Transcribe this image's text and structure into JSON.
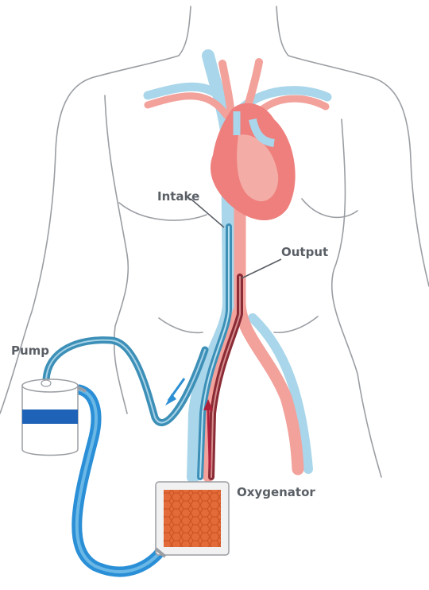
{
  "labels": {
    "intake": "Intake",
    "output": "Output",
    "pump": "Pump",
    "oxygenator": "Oxygenator"
  },
  "colors": {
    "body_outline": "#9a9ea3",
    "vein": "#a9d6ea",
    "artery": "#f2a19b",
    "heart": "#ee7f7c",
    "cannula_blue": "#3c8fb7",
    "cannula_red": "#8a2b35",
    "pump_band": "#1f63b8",
    "tube_blue": "#2a8fd6",
    "oxygenator_core": "#e36b3a",
    "arrow_blue": "#2d8fd3",
    "arrow_red": "#b01f3a",
    "label_text": "#5a5f66"
  }
}
